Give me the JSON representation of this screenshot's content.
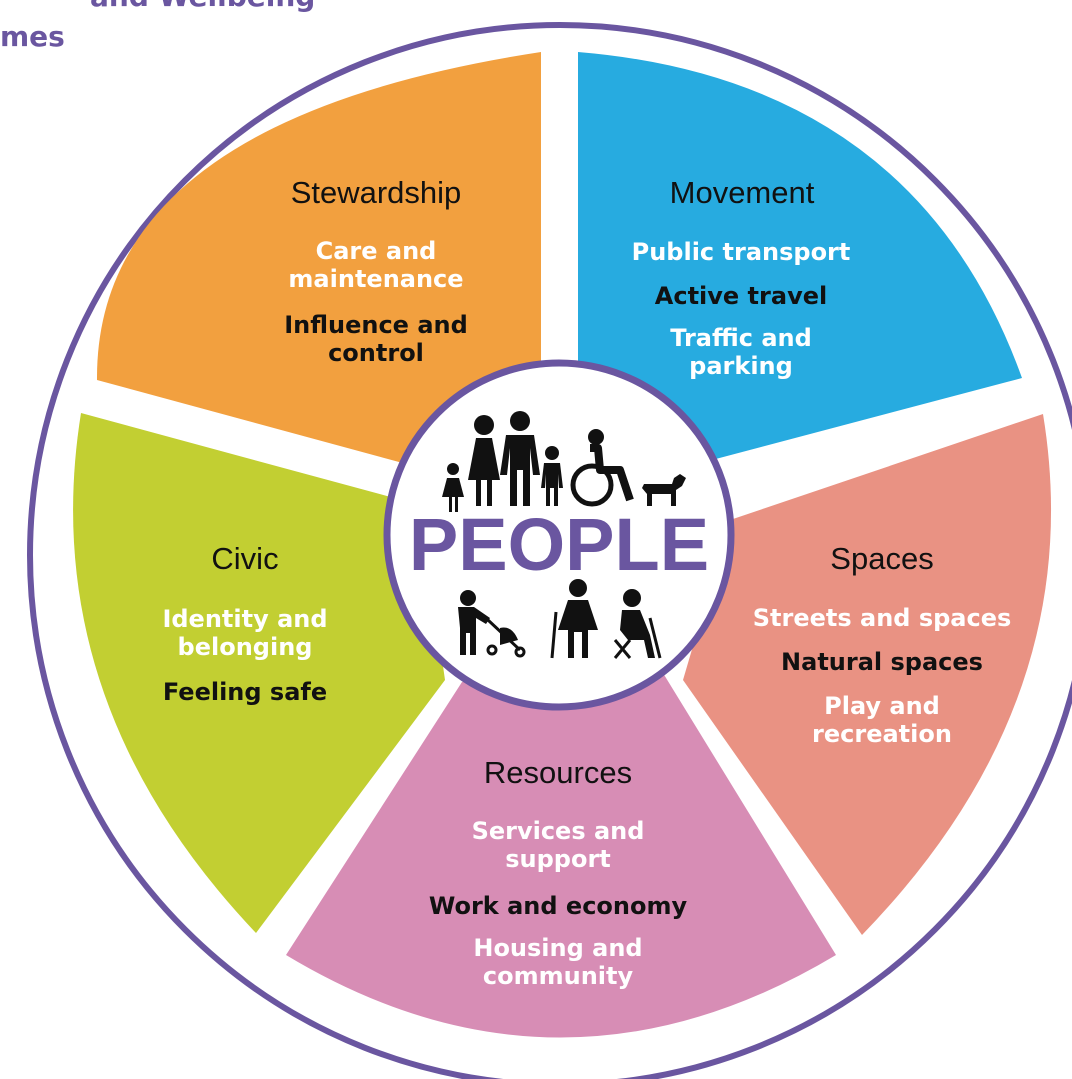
{
  "heading": {
    "line1": "and Wellbeing",
    "line2": "mes"
  },
  "center": {
    "label": "PEOPLE",
    "icons": [
      "girl-icon",
      "woman-icon",
      "man-icon",
      "boy-icon",
      "wheelchair-user-icon",
      "dog-icon",
      "parent-with-pram-icon",
      "older-woman-with-cane-icon",
      "seated-older-man-icon"
    ]
  },
  "colors": {
    "ring": "#6a56a0",
    "stewardship": "#f2a03f",
    "movement": "#27abe0",
    "spaces": "#e99283",
    "resources": "#d78db5",
    "civic": "#c2cf32",
    "light_text": "#ffffff",
    "dark_text": "#111111"
  },
  "segments": {
    "stewardship": {
      "title": "Stewardship",
      "items": [
        {
          "lines": [
            "Care and",
            "maintenance"
          ]
        },
        {
          "lines": [
            "Influence and",
            "control"
          ]
        }
      ]
    },
    "movement": {
      "title": "Movement",
      "items": [
        {
          "lines": [
            "Public transport"
          ]
        },
        {
          "lines": [
            "Active travel"
          ]
        },
        {
          "lines": [
            "Traffic and",
            "parking"
          ]
        }
      ]
    },
    "spaces": {
      "title": "Spaces",
      "items": [
        {
          "lines": [
            "Streets and spaces"
          ]
        },
        {
          "lines": [
            "Natural spaces"
          ]
        },
        {
          "lines": [
            "Play and",
            "recreation"
          ]
        }
      ]
    },
    "resources": {
      "title": "Resources",
      "items": [
        {
          "lines": [
            "Services and",
            "support"
          ]
        },
        {
          "lines": [
            "Work and economy"
          ]
        },
        {
          "lines": [
            "Housing and",
            "community"
          ]
        }
      ]
    },
    "civic": {
      "title": "Civic",
      "items": [
        {
          "lines": [
            "Identity and",
            "belonging"
          ]
        },
        {
          "lines": [
            "Feeling safe"
          ]
        }
      ]
    }
  }
}
